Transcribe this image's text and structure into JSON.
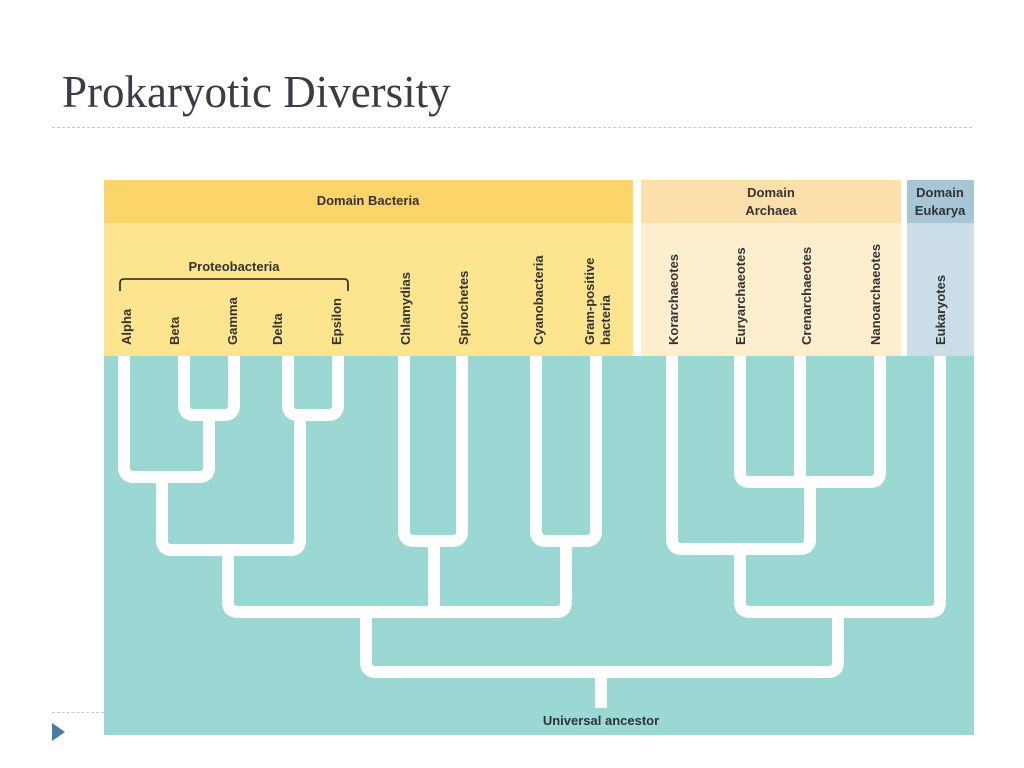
{
  "slide": {
    "title": "Prokaryotic Diversity"
  },
  "tree": {
    "domains": {
      "bacteria": "Domain Bacteria",
      "archaea_line1": "Domain",
      "archaea_line2": "Archaea",
      "eukarya_line1": "Domain",
      "eukarya_line2": "Eukarya"
    },
    "group_label": "Proteobacteria",
    "taxa": {
      "alpha": "Alpha",
      "beta": "Beta",
      "gamma": "Gamma",
      "delta": "Delta",
      "epsilon": "Epsilon",
      "chlamydias": "Chlamydias",
      "spirochetes": "Spirochetes",
      "cyanobacteria": "Cyanobacteria",
      "gram_positive_line1": "Gram-positive",
      "gram_positive_line2": "bacteria",
      "korarchaeotes": "Korarchaeotes",
      "euryarchaeotes": "Euryarchaeotes",
      "crenarchaeotes": "Crenarchaeotes",
      "nanoarchaeotes": "Nanoarchaeotes",
      "eukaryotes": "Eukaryotes"
    },
    "root_label": "Universal ancestor",
    "colors": {
      "bacteria_header": "#fbd46a",
      "bacteria_body": "#fde48e",
      "archaea_header": "#fce0ac",
      "archaea_body": "#fdeecd",
      "eukarya_header": "#a6c6d6",
      "eukarya_body": "#cbdde7",
      "tree_background": "#9bd7d3",
      "branch": "#ffffff"
    }
  }
}
